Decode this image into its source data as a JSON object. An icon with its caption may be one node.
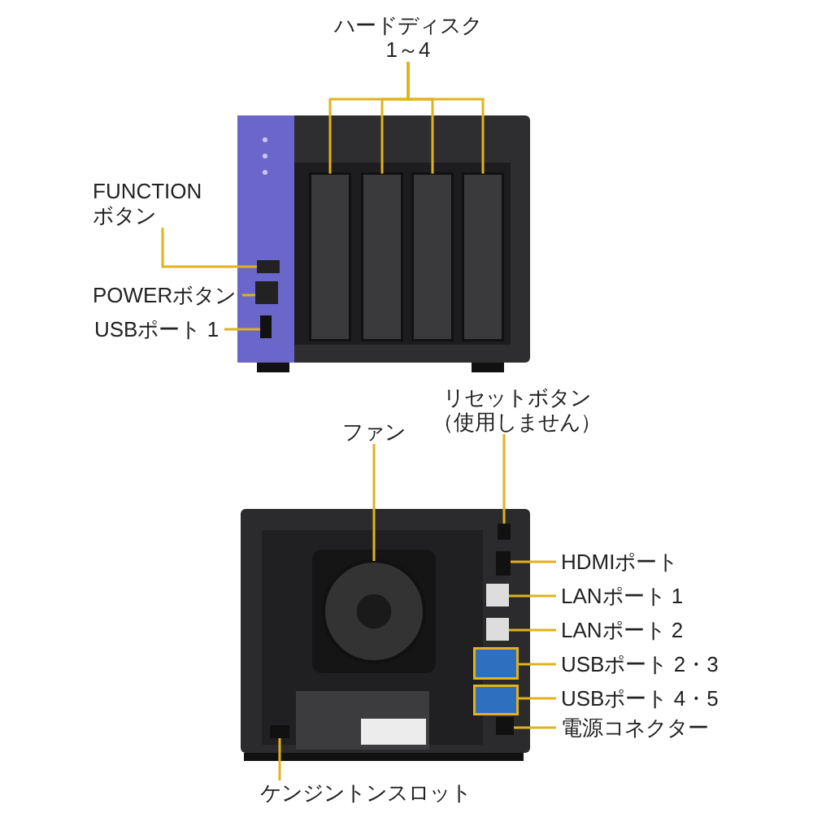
{
  "diagram": {
    "nodes": [
      {
        "text": [
          "ハードディスク1～4"
        ]
      },
      {
        "text": [
          "FUNCTIONボタン"
        ]
      },
      {
        "text": [
          "POWERボタン"
        ]
      },
      {
        "text": [
          "USBポート 1"
        ]
      },
      {
        "text": [
          "ファン"
        ]
      },
      {
        "text": [
          "リセットボタン（使用しません）"
        ]
      },
      {
        "text": [
          "HDMIポート"
        ]
      },
      {
        "text": [
          "LANポート 1"
        ]
      },
      {
        "text": [
          "LANポート 2"
        ]
      },
      {
        "text": [
          "USBポート 2・3"
        ]
      },
      {
        "text": [
          "USBポート 4・5"
        ]
      },
      {
        "text": [
          "電源コネクター"
        ]
      },
      {
        "text": [
          "ケンジントンスロット"
        ]
      },
      {
        "text": [],
        "shape": "box"
      },
      {
        "text": [],
        "shape": "box"
      },
      {
        "text": [],
        "shape": "box"
      },
      {
        "text": [],
        "shape": "box"
      },
      {
        "text": [],
        "shape": "box"
      },
      {
        "text": [],
        "shape": "box"
      },
      {
        "text": [],
        "shape": "box"
      },
      {
        "text": [],
        "shape": "circle"
      },
      {
        "text": [],
        "shape": "box"
      },
      {
        "text": [],
        "shape": "box"
      },
      {
        "text": [],
        "shape": "box"
      },
      {
        "text": [],
        "shape": "box"
      },
      {
        "text": [],
        "shape": "box"
      },
      {
        "text": [],
        "shape": "box"
      },
      {
        "text": [],
        "shape": "box"
      },
      {
        "text": [],
        "shape": "box"
      }
    ],
    "edges": [
      {
        "from": 0,
        "to": 13,
        "arrow": "none"
      },
      {
        "from": 0,
        "to": 14,
        "arrow": "none"
      },
      {
        "from": 0,
        "to": 15,
        "arrow": "none"
      },
      {
        "from": 0,
        "to": 16,
        "arrow": "none"
      },
      {
        "from": 1,
        "to": 17,
        "arrow": "none"
      },
      {
        "from": 2,
        "to": 18,
        "arrow": "none"
      },
      {
        "from": 3,
        "to": 19,
        "arrow": "none"
      },
      {
        "from": 4,
        "to": 20,
        "arrow": "none"
      },
      {
        "from": 5,
        "to": 21,
        "arrow": "none"
      },
      {
        "from": 6,
        "to": 22,
        "arrow": "none"
      },
      {
        "from": 7,
        "to": 23,
        "arrow": "none"
      },
      {
        "from": 8,
        "to": 24,
        "arrow": "none"
      },
      {
        "from": 9,
        "to": 25,
        "arrow": "none"
      },
      {
        "from": 10,
        "to": 26,
        "arrow": "none"
      },
      {
        "from": 11,
        "to": 27,
        "arrow": "none"
      },
      {
        "from": 12,
        "to": 28,
        "arrow": "none"
      }
    ]
  }
}
